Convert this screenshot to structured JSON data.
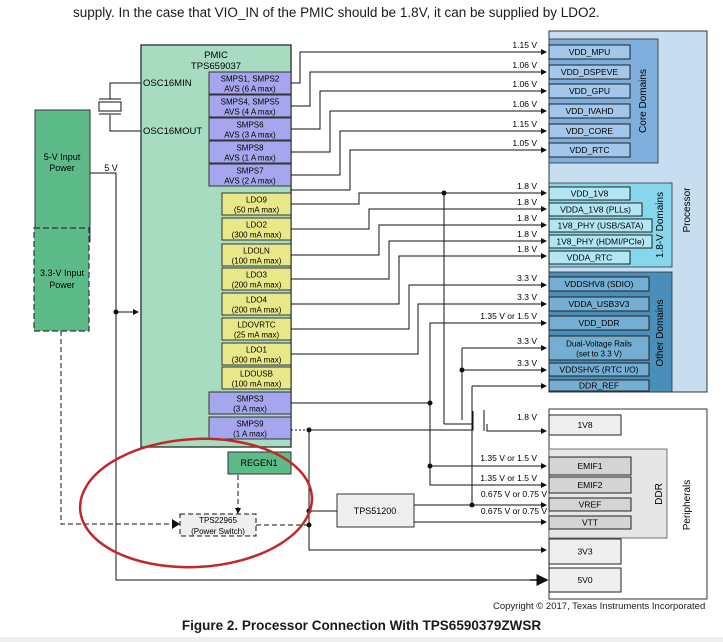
{
  "intro_text": "supply. In the case that VIO_IN of the PMIC should be 1.8V, it can be supplied by LDO2.",
  "pmic": {
    "title": "PMIC",
    "part": "TPS659037",
    "osc_in": "OSC16MIN",
    "osc_out": "OSC16MOUT"
  },
  "inputs": {
    "five_v": "5-V Input Power",
    "five_v_label": "5 V",
    "three_v": "3.3-V Input Power"
  },
  "smps": [
    {
      "name": "SMPS1, SMPS2",
      "rating": "AVS (6 A max)"
    },
    {
      "name": "SMPS4, SMPS5",
      "rating": "AVS (4 A max)"
    },
    {
      "name": "SMPS6",
      "rating": "AVS (3 A max)"
    },
    {
      "name": "SMPS8",
      "rating": "AVS (1 A max)"
    },
    {
      "name": "SMPS7",
      "rating": "AVS (2 A max)"
    }
  ],
  "ldos": [
    {
      "name": "LDO9",
      "rating": "(50 mA max)"
    },
    {
      "name": "LDO2",
      "rating": "(300 mA max)"
    },
    {
      "name": "LDOLN",
      "rating": "(100 mA max)"
    },
    {
      "name": "LDO3",
      "rating": "(200 mA max)"
    },
    {
      "name": "LDO4",
      "rating": "(200 mA max)"
    },
    {
      "name": "LDOVRTC",
      "rating": "(25 mA max)"
    },
    {
      "name": "LDO1",
      "rating": "(300 mA max)"
    },
    {
      "name": "LDOUSB",
      "rating": "(100 mA max)"
    }
  ],
  "smps_low": [
    {
      "name": "SMPS3",
      "rating": "(3 A max)"
    },
    {
      "name": "SMPS9",
      "rating": "(1 A max)"
    }
  ],
  "regen": "REGEN1",
  "power_switch": {
    "part": "TPS22965",
    "desc": "(Power Switch)"
  },
  "ddr_term": "TPS51200",
  "processor": {
    "title": "Processor",
    "core_domains": {
      "title": "Core Domains",
      "rails": [
        {
          "name": "VDD_MPU",
          "voltage": "1.15 V"
        },
        {
          "name": "VDD_DSPEVE",
          "voltage": "1.06 V"
        },
        {
          "name": "VDD_GPU",
          "voltage": "1.06 V"
        },
        {
          "name": "VDD_IVAHD",
          "voltage": "1.06 V"
        },
        {
          "name": "VDD_CORE",
          "voltage": "1.15 V"
        },
        {
          "name": "VDD_RTC",
          "voltage": "1.05 V"
        }
      ]
    },
    "v18_domains": {
      "title": "1.8-V Domains",
      "rails": [
        {
          "name": "VDD_1V8",
          "voltage": "1.8 V"
        },
        {
          "name": "VDDA_1V8 (PLLs)",
          "voltage": "1.8 V"
        },
        {
          "name": "1V8_PHY (USB/SATA)",
          "voltage": "1.8 V"
        },
        {
          "name": "1V8_PHY (HDMI/PCIe)",
          "voltage": "1.8 V"
        },
        {
          "name": "VDDA_RTC",
          "voltage": "1.8 V"
        }
      ]
    },
    "other_domains": {
      "title": "Other Domains",
      "rails": [
        {
          "name": "VDDSHV8 (SDIO)",
          "voltage": "3.3 V"
        },
        {
          "name": "VDDA_USB3V3",
          "voltage": "3.3 V"
        },
        {
          "name": "VDD_DDR",
          "voltage": "1.35 V or 1.5 V"
        },
        {
          "name": "Dual-Voltage Rails",
          "name2": "(set to 3.3 V)",
          "voltage": "3.3 V"
        },
        {
          "name": "VDDSHV5 (RTC I/O)",
          "voltage": "3.3 V"
        },
        {
          "name": "DDR_REF",
          "voltage": ""
        }
      ]
    }
  },
  "peripherals": {
    "title": "Peripherals",
    "v1v8": {
      "name": "1V8",
      "voltage": "1.8 V"
    },
    "ddr": {
      "title": "DDR",
      "rails": [
        {
          "name": "EMIF1",
          "voltage": "1.35 V or 1.5 V"
        },
        {
          "name": "EMIF2",
          "voltage": "1.35 V or 1.5 V"
        },
        {
          "name": "VREF",
          "voltage": "0.675 V or 0.75 V"
        },
        {
          "name": "VTT",
          "voltage": "0.675 V or 0.75 V"
        }
      ]
    },
    "v3v3": {
      "name": "3V3"
    },
    "v5v0": {
      "name": "5V0"
    }
  },
  "copyright": "Copyright © 2017, Texas Instruments Incorporated",
  "caption": "Figure 2. Processor Connection With TPS6590379ZWSR",
  "colors": {
    "pmic_bg": "#a8dcc0",
    "smps": "#a6a6ee",
    "ldo": "#e8e888",
    "input_green": "#5dbb8a",
    "processor_bg": "#c7ddf0",
    "core": "#7eaedc",
    "core_item": "#a3c7ea",
    "v18": "#86d7ec",
    "v18_item": "#b2e6f3",
    "other": "#4a8fba",
    "other_item": "#74aed2",
    "periph_item": "#efefef",
    "ddr_bg": "#e6e6e6",
    "ddr_item": "#d4d4d4",
    "annot": "#c0282a"
  }
}
